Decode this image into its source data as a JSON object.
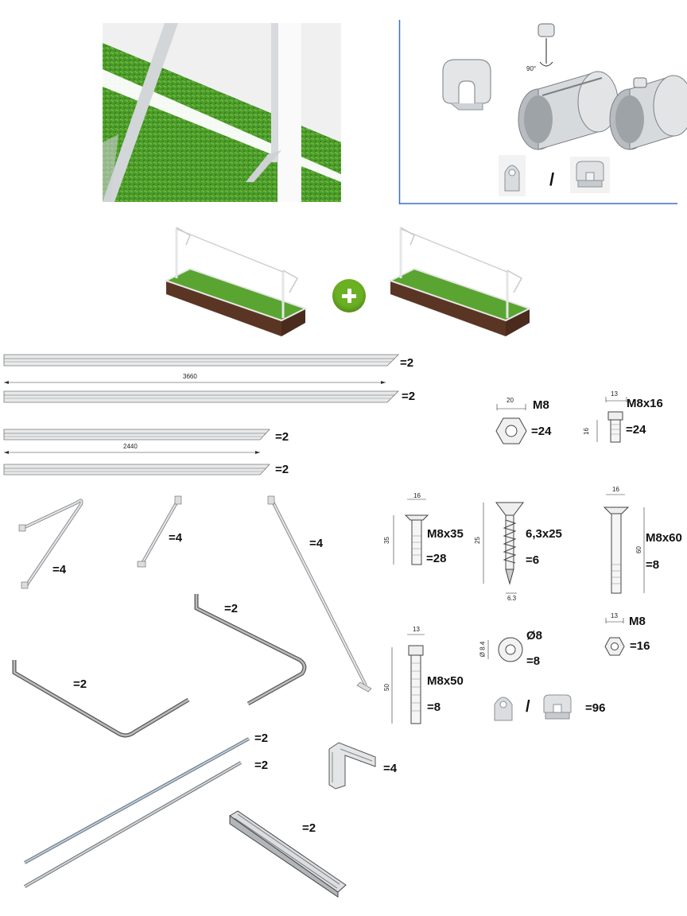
{
  "separator": "/",
  "tubes": [
    {
      "qty": "=2"
    },
    {
      "qty": "=2",
      "length": "3660"
    },
    {
      "qty": "=2"
    },
    {
      "qty": "=2",
      "length": "2440"
    }
  ],
  "braces": [
    {
      "qty": "=4"
    },
    {
      "qty": "=4"
    },
    {
      "qty": "=4"
    }
  ],
  "frames": [
    {
      "qty": "=2"
    },
    {
      "qty": "=2"
    }
  ],
  "rods": [
    {
      "qty": "=2"
    },
    {
      "qty": "=2"
    }
  ],
  "corner_bracket": {
    "qty": "=4"
  },
  "channel": {
    "qty": "=2"
  },
  "hardware": {
    "nut_m8_a": {
      "label": "M8",
      "qty": "=24",
      "dim": "20"
    },
    "bolt_m8x16": {
      "label": "M8x16",
      "qty": "=24",
      "dim_w": "13",
      "dim_h": "16"
    },
    "bolt_m8x35": {
      "label": "M8x35",
      "qty": "=28",
      "dim_w": "16",
      "dim_h": "35"
    },
    "screw_6_3x25": {
      "label": "6,3x25",
      "qty": "=6",
      "dim_h": "25",
      "dim_w": "6.3"
    },
    "bolt_m8x60": {
      "label": "M8x60",
      "qty": "=8",
      "dim_w": "16",
      "dim_h": "60"
    },
    "nut_m8_b": {
      "label": "M8",
      "qty": "=16",
      "dim": "13"
    },
    "washer_8": {
      "label": "Ø8",
      "qty": "=8",
      "dim": "Ø 8.4"
    },
    "bolt_m8x50": {
      "label": "M8x50",
      "qty": "=8",
      "dim_w": "13",
      "dim_h": "50"
    },
    "net_clips": {
      "qty": "=96"
    }
  },
  "clip_detail": {
    "angle": "90°"
  },
  "colors": {
    "grass": "#4f9a2a",
    "soil": "#5b3524",
    "plus": "#6ab023",
    "frame_line": "#3b6fc4",
    "metal": "#c9ccd0"
  }
}
